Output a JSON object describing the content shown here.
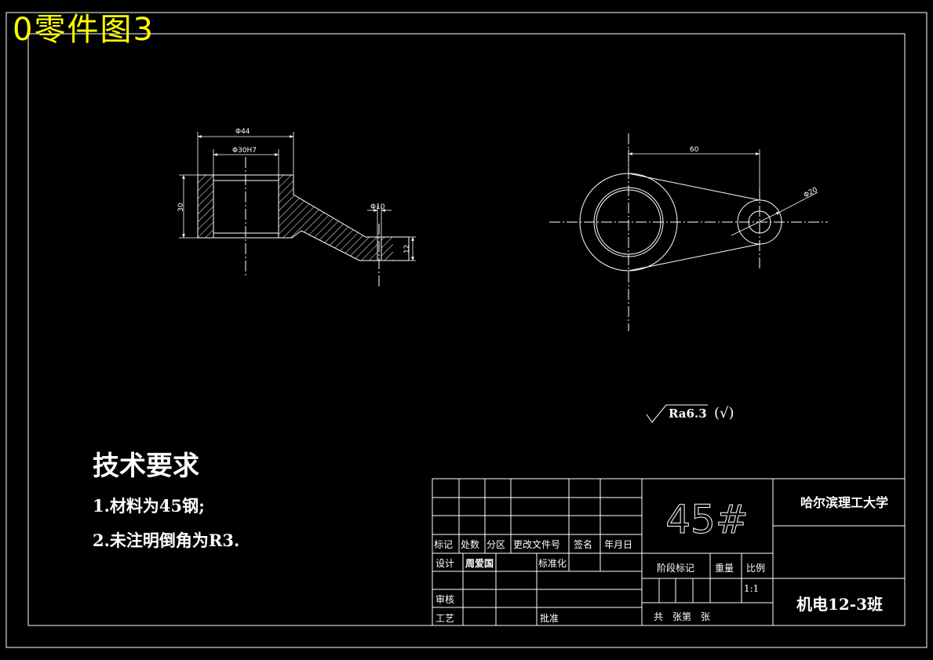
{
  "title_banner": "0零件图3",
  "dimensions": {
    "outer_diameter": "Φ44",
    "bore_diameter": "Φ30H7",
    "hub_height": "30",
    "small_hole_diameter": "Φ10",
    "boss_height": "12",
    "center_distance": "60",
    "boss_diameter": "Φ20"
  },
  "surface_finish": {
    "roughness": "Ra6.3",
    "parenthetical": "(√)"
  },
  "technical_requirements": {
    "title": "技术要求",
    "items": [
      "1.材料为45钢;",
      "2.未注明倒角为R3."
    ]
  },
  "title_block": {
    "material": "45#",
    "university": "哈尔滨理工大学",
    "class_name": "机电12-3班",
    "headers": {
      "mark": "标记",
      "count": "处数",
      "zone": "分区",
      "change_doc": "更改文件号",
      "signature": "签名",
      "date": "年月日",
      "design": "设计",
      "designer": "周爱国",
      "standardization": "标准化",
      "review": "审核",
      "process": "工艺",
      "approve": "批准",
      "stage_mark": "阶段标记",
      "weight": "重量",
      "scale": "比例",
      "scale_value": "1:1",
      "sheets": "共　张第　张"
    }
  },
  "colors": {
    "background": "#000000",
    "lines": "#ffffff",
    "banner": "#ffff00"
  }
}
